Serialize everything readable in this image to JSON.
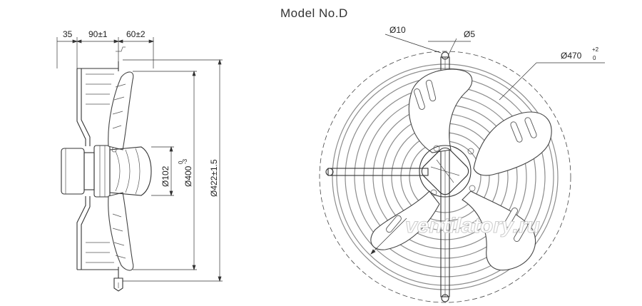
{
  "title": "Model No.D",
  "side_view": {
    "dims": {
      "d35": "35",
      "d90": "90±1",
      "d60": "60±2",
      "d102": "Ø102",
      "d400": "Ø400",
      "d400_tol_top": "0",
      "d400_tol_bot": "-3",
      "d422": "Ø422±1.5"
    }
  },
  "front_view": {
    "dims": {
      "d10": "Ø10",
      "d5": "Ø5",
      "d470": "Ø470",
      "d470_tol_top": "+2",
      "d470_tol_bot": "0"
    }
  },
  "watermark": "ventilatory.ru"
}
